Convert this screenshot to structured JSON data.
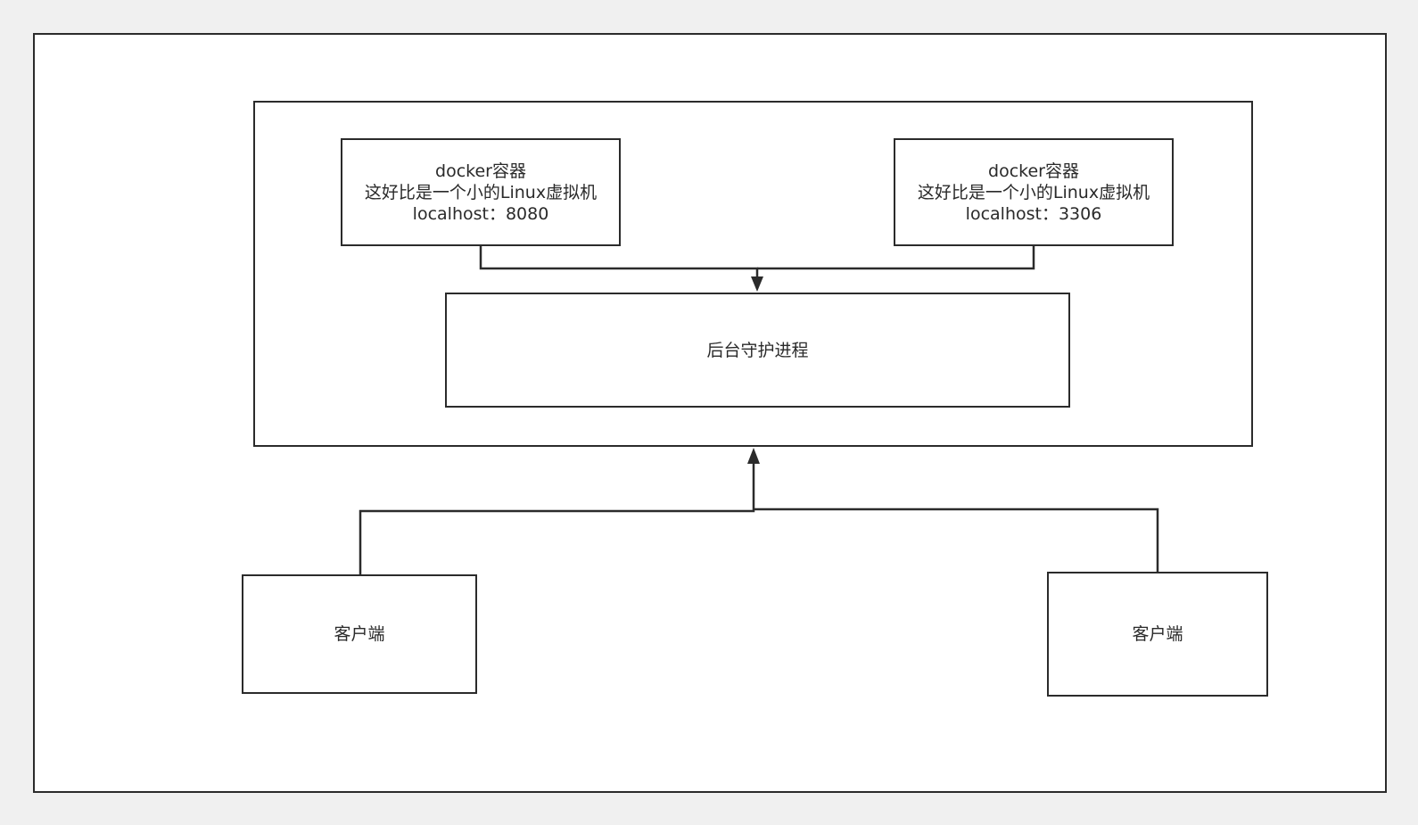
{
  "diagram": {
    "containers": [
      {
        "title": "docker容器",
        "description": "这好比是一个小的Linux虚拟机",
        "address": "localhost：8080"
      },
      {
        "title": "docker容器",
        "description": "这好比是一个小的Linux虚拟机",
        "address": "localhost：3306"
      }
    ],
    "daemon": {
      "label": "后台守护进程"
    },
    "clients": [
      {
        "label": "客户端"
      },
      {
        "label": "客户端"
      }
    ],
    "edges": [
      {
        "from": "containers.0",
        "to": "daemon"
      },
      {
        "from": "containers.1",
        "to": "daemon"
      },
      {
        "from": "clients.0",
        "to": "host"
      },
      {
        "from": "clients.1",
        "to": "host"
      }
    ],
    "colors": {
      "stroke": "#2b2b2b",
      "fill": "#ffffff",
      "background": "#f0f0f0",
      "text": "#2a2a2a"
    }
  }
}
